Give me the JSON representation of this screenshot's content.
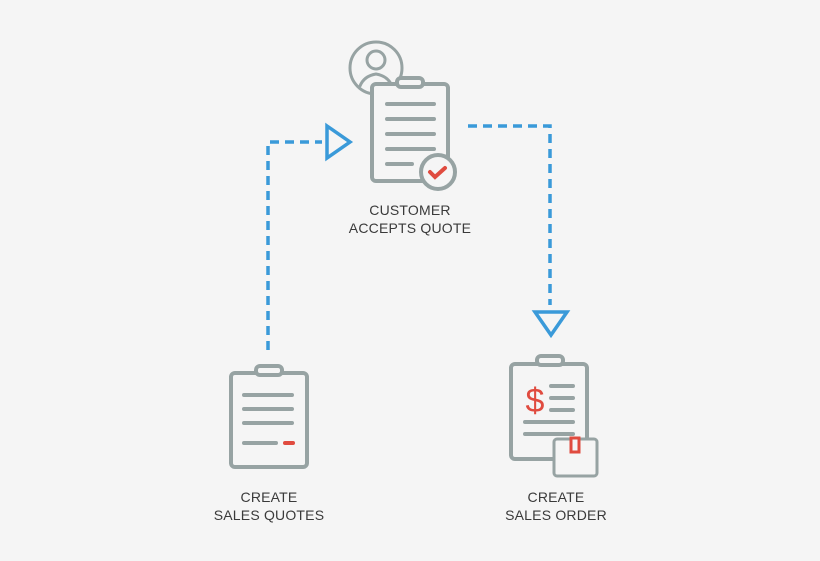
{
  "colors": {
    "accent": "#3a9ad9",
    "icon": "#97a3a3",
    "highlight": "#e04b3f",
    "background": "#f5f5f5"
  },
  "nodes": [
    {
      "icon": "clipboard-quote-icon",
      "lines": [
        "CREATE",
        "SALES QUOTES"
      ]
    },
    {
      "icon": "clipboard-check-user-icon",
      "lines": [
        "CUSTOMER",
        "ACCEPTS QUOTE"
      ]
    },
    {
      "icon": "clipboard-dollar-box-icon",
      "lines": [
        "CREATE",
        "SALES ORDER"
      ]
    }
  ],
  "edges": [
    {
      "from": "CREATE SALES QUOTES",
      "to": "CUSTOMER ACCEPTS QUOTE"
    },
    {
      "from": "CUSTOMER ACCEPTS QUOTE",
      "to": "CREATE SALES ORDER"
    }
  ]
}
